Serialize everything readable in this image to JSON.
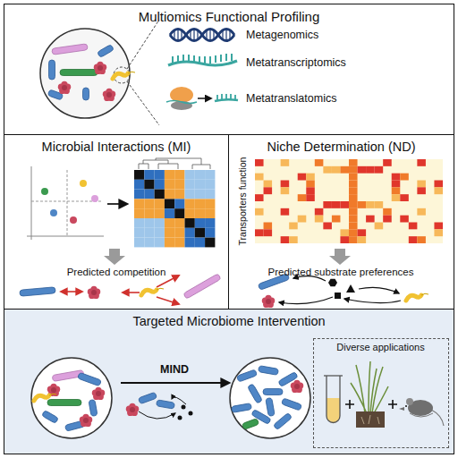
{
  "diagram": {
    "nodes": [
      {
        "text": [
          "Multiomics Functional Profiling"
        ]
      },
      {
        "text": [
          "Microbial Interactions (MI)"
        ]
      },
      {
        "text": [
          "Niche Determination (ND)"
        ]
      },
      {
        "text": [
          "Targeted Microbiome Intervention"
        ]
      },
      {
        "text": [
          "Diverse applications"
        ],
        "in": 3
      }
    ],
    "labels": [
      "Metagenomics",
      "Metatranscriptomics",
      "Metatranslatomics",
      "Predicted competition",
      "Transporters function",
      "Predicted substrate preferences",
      "MIND"
    ]
  }
}
